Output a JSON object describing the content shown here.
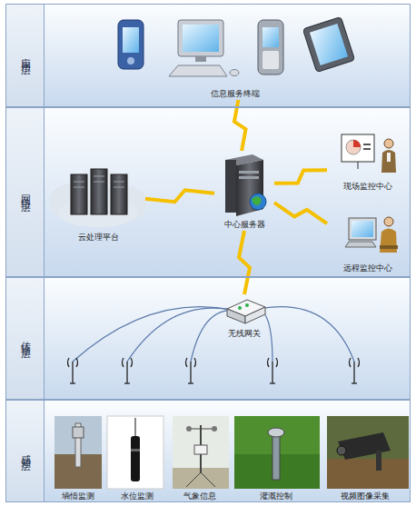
{
  "diagram": {
    "nodes": [
      {
        "text": [
          "应用层"
        ]
      },
      {
        "text": [
          "信息服务终端"
        ],
        "in": 0
      },
      {
        "text": [
          "网络层"
        ]
      },
      {
        "text": [
          "云处理平台"
        ],
        "in": 2
      },
      {
        "text": [
          "中心服务器"
        ],
        "in": 2
      },
      {
        "text": [
          "现场监控中心"
        ],
        "in": 2
      },
      {
        "text": [
          "远程监控中心"
        ],
        "in": 2
      },
      {
        "text": [
          "传输层"
        ]
      },
      {
        "text": [
          "无线网关"
        ],
        "in": 7
      },
      {
        "text": [
          "感知层"
        ]
      },
      {
        "text": [
          "墒情监测"
        ],
        "in": 9
      },
      {
        "text": [
          "水位监测"
        ],
        "in": 9
      },
      {
        "text": [
          "气象信息"
        ],
        "in": 9
      },
      {
        "text": [
          "灌溉控制"
        ],
        "in": 9
      },
      {
        "text": [
          "视频图像采集"
        ],
        "in": 9
      }
    ],
    "edges": [
      {
        "from": 1,
        "to": 4,
        "arrow": "none"
      },
      {
        "from": 3,
        "to": 4,
        "arrow": "none"
      },
      {
        "from": 4,
        "to": 5,
        "arrow": "none"
      },
      {
        "from": 4,
        "to": 6,
        "arrow": "none"
      },
      {
        "from": 4,
        "to": 8,
        "arrow": "none"
      }
    ]
  }
}
